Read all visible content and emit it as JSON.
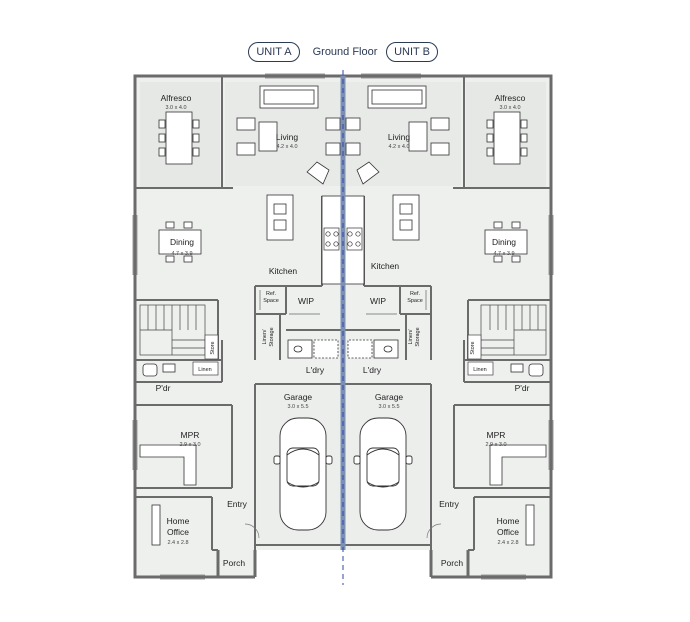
{
  "header": {
    "unit_a": "UNIT A",
    "unit_b": "UNIT B",
    "floor": "Ground Floor"
  },
  "rooms": {
    "alfresco": "Alfresco",
    "alfresco_size": "3.0 x 4.0",
    "living": "Living",
    "living_size": "4.2 x 4.0",
    "dining": "Dining",
    "dining_size": "4.7 x 3.9",
    "kitchen": "Kitchen",
    "wip": "WIP",
    "ref_space_1": "Ref.",
    "ref_space_2": "Space",
    "linen_storage_1": "Linen/",
    "linen_storage_2": "Storage",
    "store": "Store",
    "linen": "Linen",
    "powder": "P'dr",
    "laundry": "L'dry",
    "garage": "Garage",
    "garage_size": "3.0 x 5.5",
    "mpr": "MPR",
    "mpr_size": "2.9 x 3.0",
    "entry": "Entry",
    "home_office_1": "Home",
    "home_office_2": "Office",
    "home_office_size": "2.4 x 2.8",
    "porch": "Porch"
  },
  "colors": {
    "wall": "#6b6b6b",
    "floor_fill": "#eef0ee",
    "accent": "#2b3a55",
    "party_wall": "#7d8fb3"
  }
}
